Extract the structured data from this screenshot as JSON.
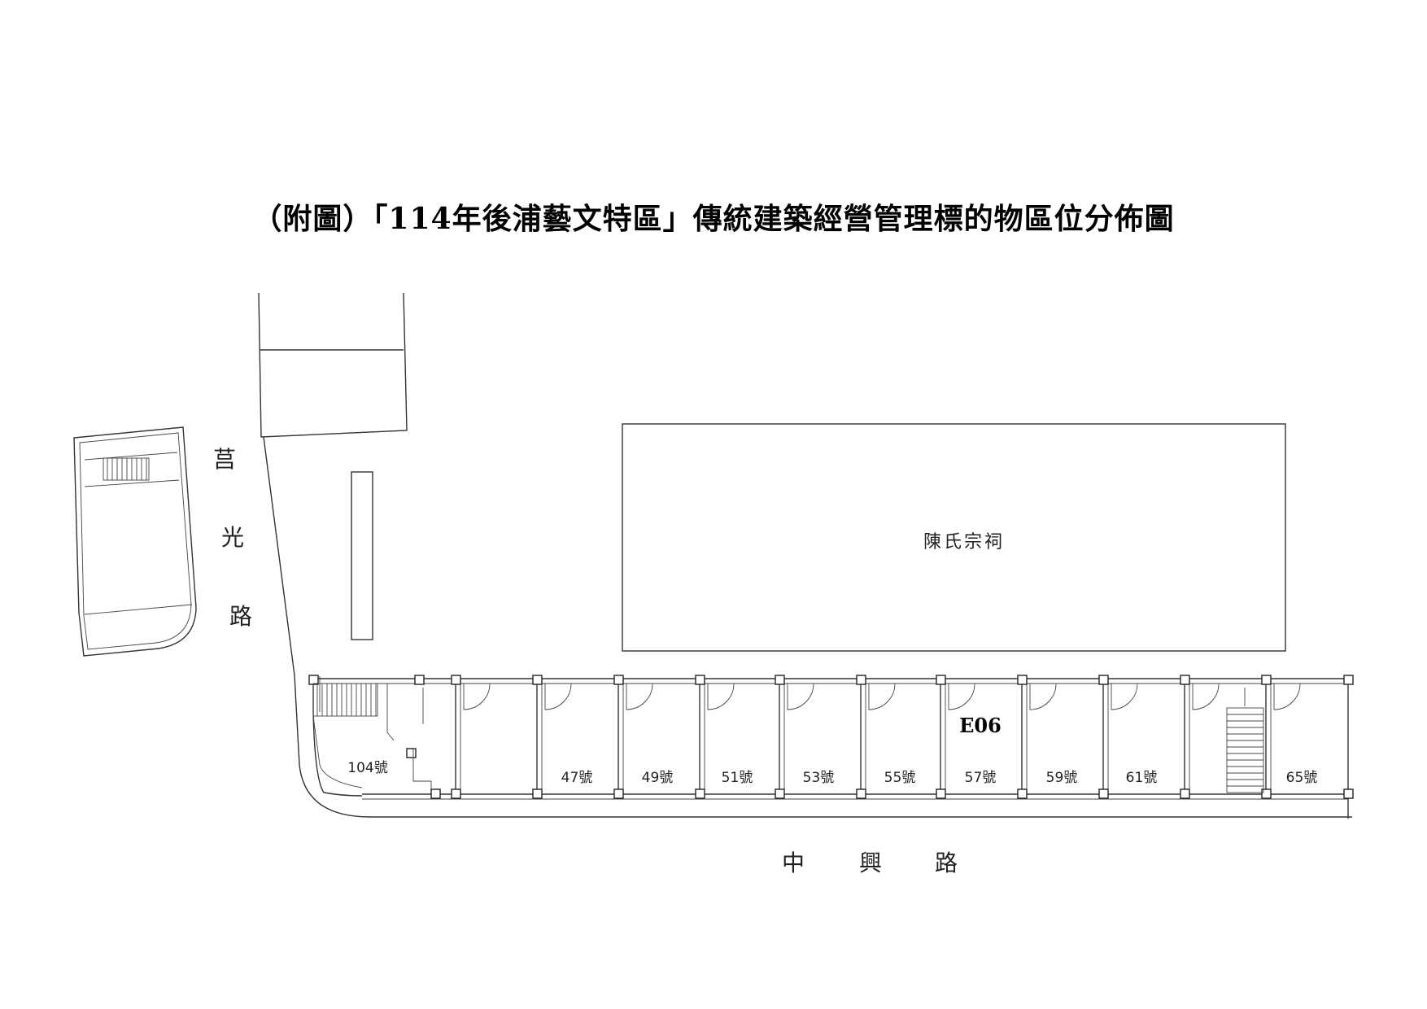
{
  "title": "（附圖）「114年後浦藝文特區」傳統建築經營管理標的物區位分佈圖",
  "roads": {
    "west": "莒光路",
    "west_chars": [
      "莒",
      "光",
      "路"
    ],
    "south": "中興路",
    "south_chars": [
      "中",
      "興",
      "路"
    ]
  },
  "building": {
    "name": "陳氏宗祠"
  },
  "units": [
    {
      "label": "104號"
    },
    {
      "label": "47號"
    },
    {
      "label": "49號"
    },
    {
      "label": "51號"
    },
    {
      "label": "53號"
    },
    {
      "label": "55號"
    },
    {
      "label": "57號"
    },
    {
      "label": "59號"
    },
    {
      "label": "61號"
    },
    {
      "label": "65號"
    }
  ],
  "highlight": {
    "tag": "E06",
    "unit": "57號"
  }
}
